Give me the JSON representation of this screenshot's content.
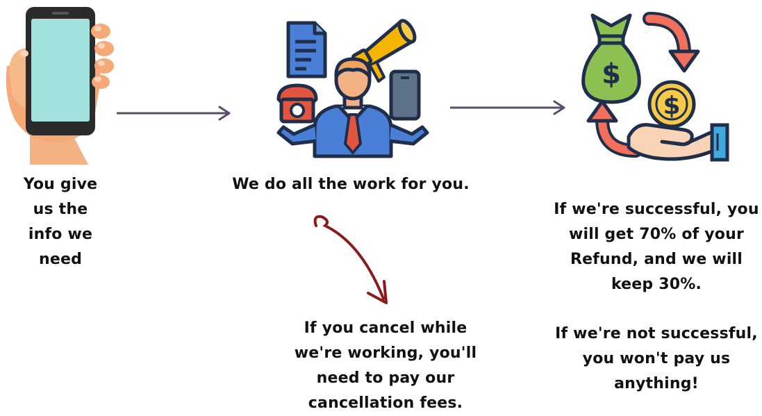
{
  "steps": [
    {
      "icon": "phone-in-hand-icon",
      "caption": "You give\nus the\ninfo we\nneed"
    },
    {
      "icon": "busy-worker-icon",
      "caption": "We do all the work for you."
    },
    {
      "icon": "money-refund-icon",
      "caption_success": "If we're successful, you\nwill get 70% of your\nRefund, and we will\nkeep 30%.",
      "caption_failure": "If we're not successful,\nyou won't pay us\nanything!"
    }
  ],
  "cancellation": {
    "caption": "If you cancel while\nwe're working, you'll\nneed to pay our\ncancellation fees."
  },
  "colors": {
    "connector_arrow": "#5a4a6b",
    "cancel_arrow": "#8b1a1a",
    "text": "#111111"
  }
}
